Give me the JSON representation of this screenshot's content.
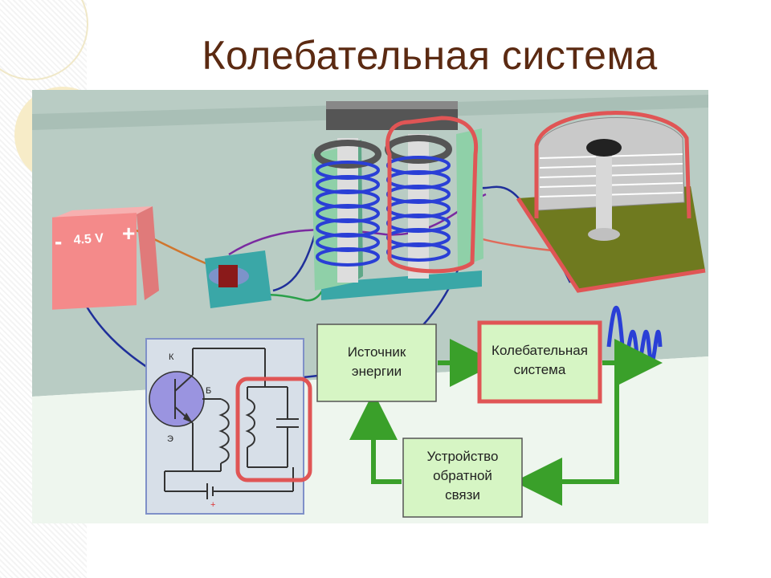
{
  "slide": {
    "title": "Колебательная система"
  },
  "battery": {
    "voltage_label": "4.5 V",
    "minus_sign": "-",
    "plus_sign": "+"
  },
  "block_diagram": {
    "energy_source": [
      "Источник",
      "энергии"
    ],
    "oscillating_system": [
      "Колебательная",
      "система"
    ],
    "feedback_device": [
      "Устройство",
      "обратной",
      "связи"
    ]
  },
  "transistor": {
    "collector": "К",
    "base": "Б",
    "emitter": "Э",
    "plus": "+"
  },
  "colors": {
    "title": "#5b2a12",
    "wall": "#b9ccc4",
    "highlight_red": "#e05555",
    "arrow_green": "#3aa02a",
    "box_fill": "#d6f5c4",
    "coil_blue": "#2a3fd6",
    "battery_pink": "#f48a8a"
  }
}
